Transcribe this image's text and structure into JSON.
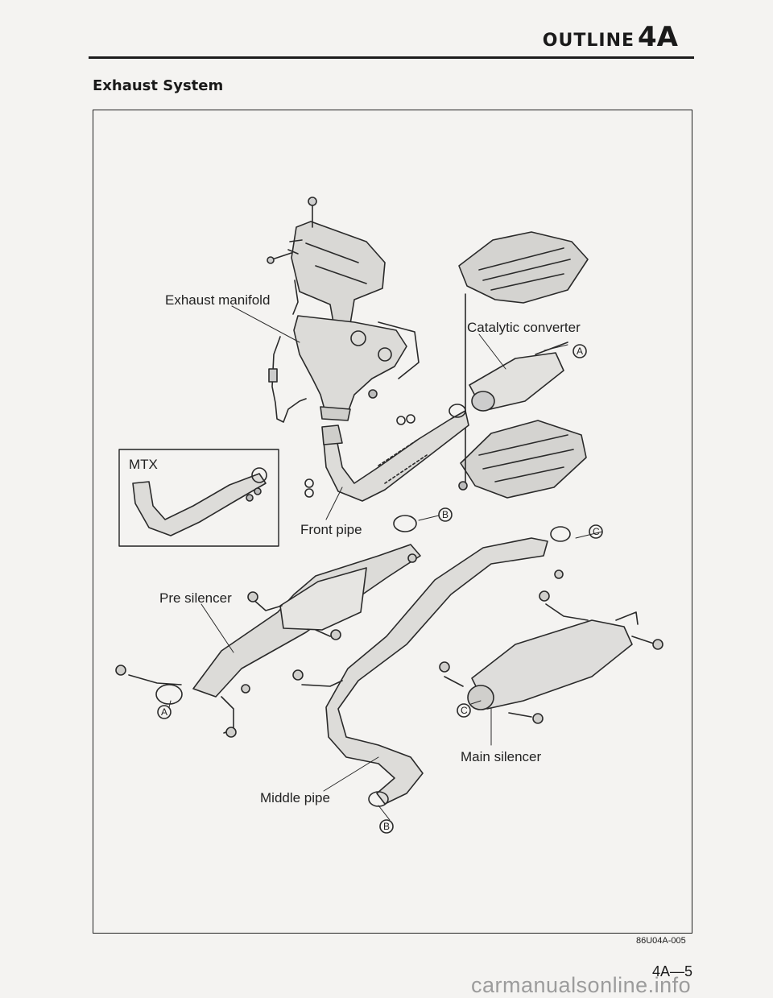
{
  "header": {
    "section_word": "OUTLINE",
    "section_code": "4A"
  },
  "section_title": "Exhaust System",
  "figure": {
    "labels": {
      "exhaust_manifold": "Exhaust manifold",
      "catalytic_converter": "Catalytic converter",
      "mtx": "MTX",
      "front_pipe": "Front pipe",
      "pre_silencer": "Pre silencer",
      "main_silencer": "Main silencer",
      "middle_pipe": "Middle pipe"
    },
    "callouts": {
      "a": "A",
      "b": "B",
      "c": "C"
    },
    "figure_code": "86U04A-005"
  },
  "page_number": "4A—5",
  "watermark": "carmanualsonline.info"
}
